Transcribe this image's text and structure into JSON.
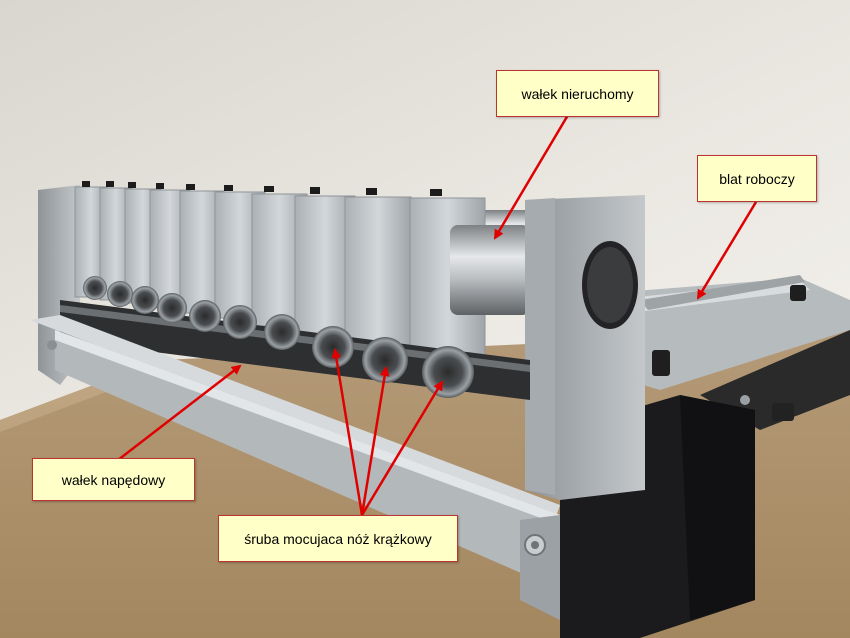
{
  "labels": {
    "fixed_roller": "wałek nieruchomy",
    "work_table": "blat roboczy",
    "drive_roller": "wałek napędowy",
    "blade_screw": "śruba mocujaca nóż krążkowy"
  },
  "colors": {
    "callout_bg": "#ffffc8",
    "callout_border": "#b33333",
    "arrow": "#e00000"
  }
}
